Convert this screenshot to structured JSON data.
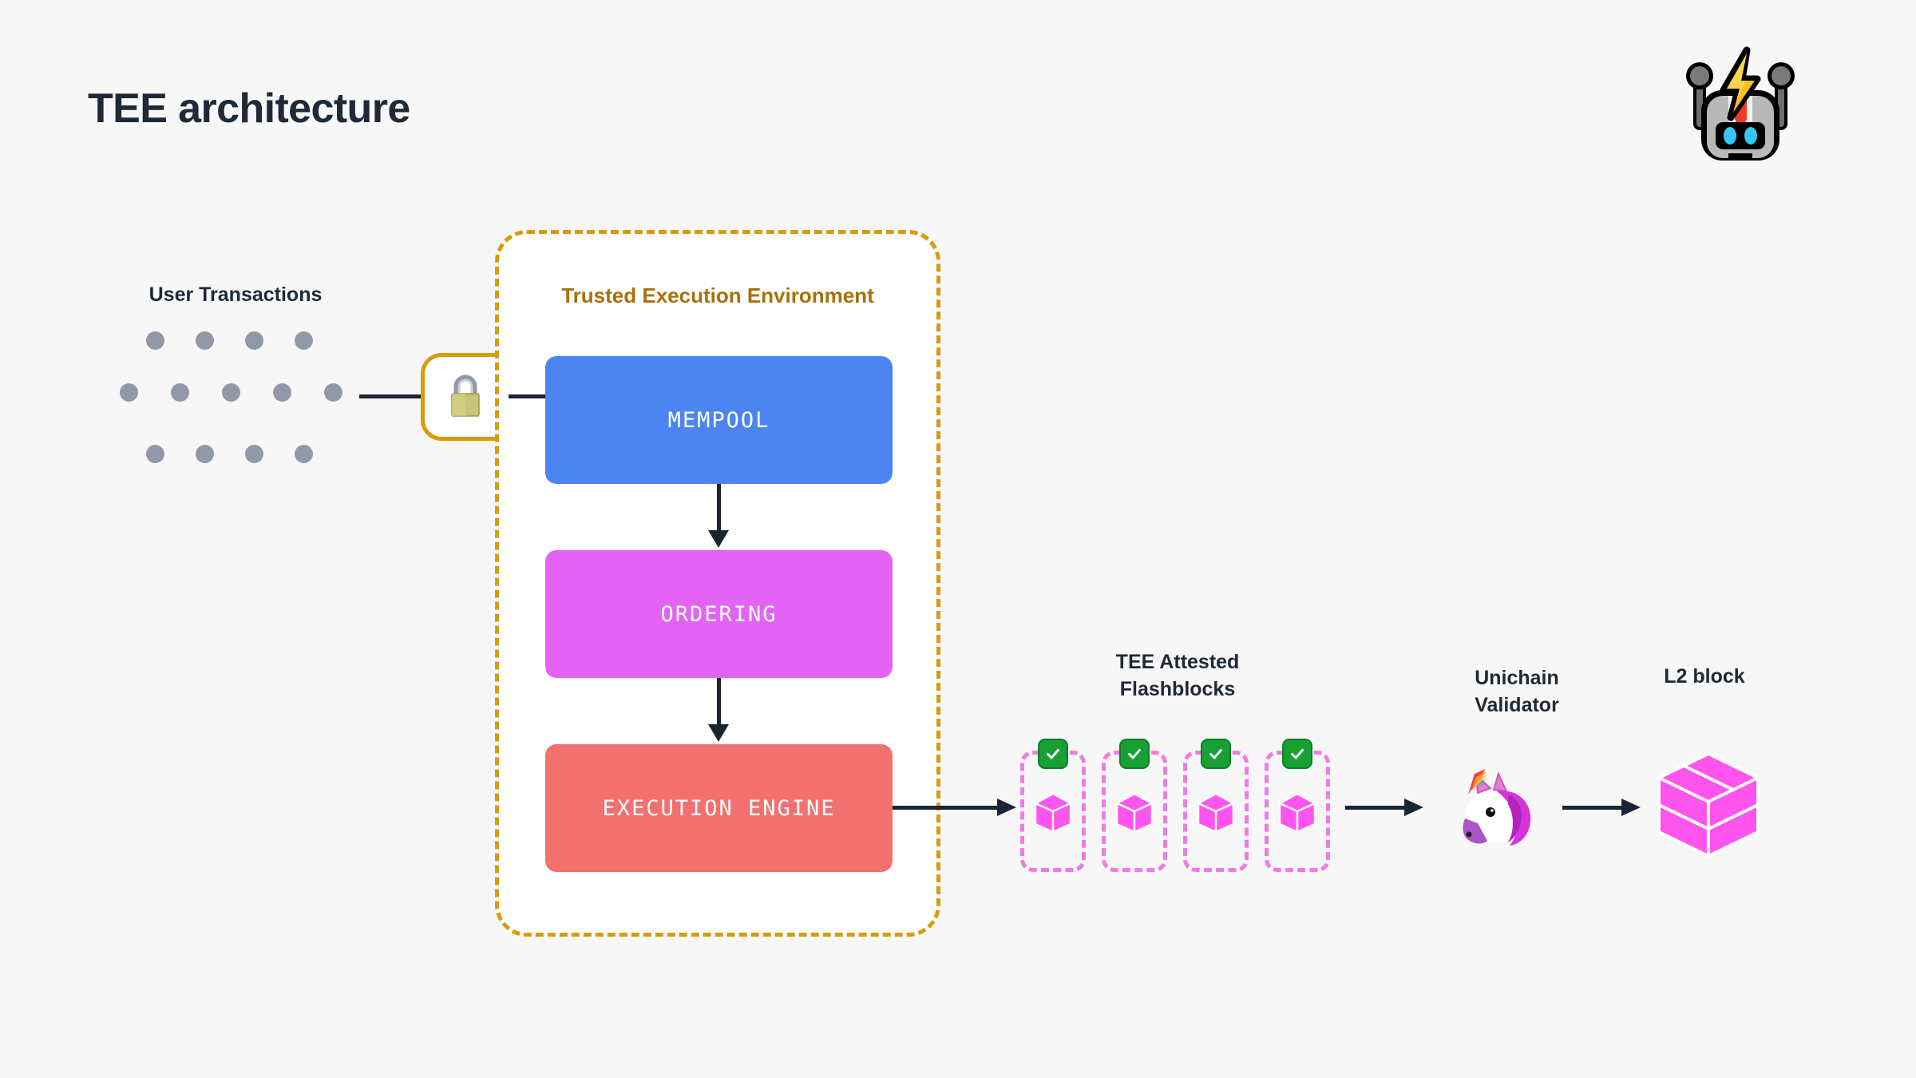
{
  "page": {
    "title": "TEE architecture",
    "background_color": "#f7f7f7"
  },
  "branding": {
    "robot_icon": "robot-lightning-icon"
  },
  "inputs": {
    "label": "User Transactions",
    "dot_color": "#9199a8",
    "dot_rows": [
      4,
      5,
      4
    ]
  },
  "gateway": {
    "lock_icon": "lock-icon",
    "border_color": "#d89b0d"
  },
  "tee": {
    "title": "Trusted Execution Environment",
    "title_color": "#a8700a",
    "border_color": "#d89b0d",
    "stages": [
      {
        "label": "MEMPOOL",
        "color": "#4c85f2"
      },
      {
        "label": "ORDERING",
        "color": "#e263f4"
      },
      {
        "label": "EXECUTION ENGINE",
        "color": "#f2706e"
      }
    ]
  },
  "flashblocks": {
    "label_line1": "TEE Attested",
    "label_line2": "Flashblocks",
    "count": 4,
    "box_border_color": "#f07ae8",
    "cube_color": "#ff55ee",
    "check_color": "#18a034",
    "check_glyph": "✓"
  },
  "validator": {
    "label_line1": "Unichain",
    "label_line2": "Validator",
    "icon": "unicorn-icon"
  },
  "output": {
    "label": "L2 block",
    "cube_color": "#ff55ee"
  },
  "arrows": {
    "color": "#1c2434"
  }
}
